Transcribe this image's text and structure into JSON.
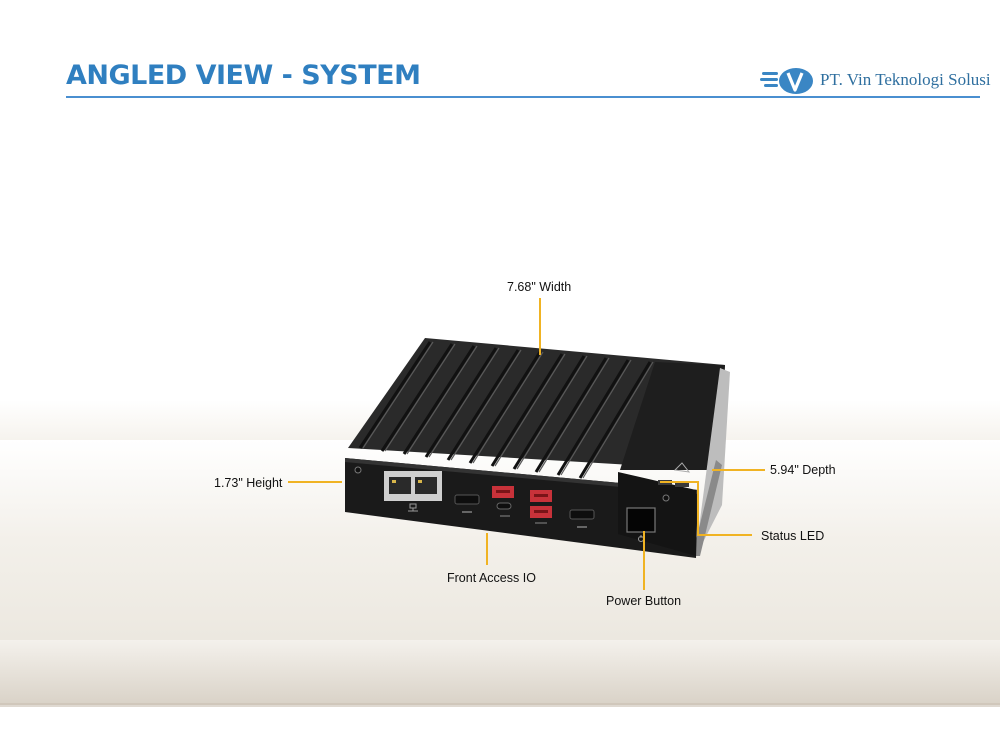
{
  "header": {
    "title": "ANGLED VIEW - SYSTEM",
    "logo_text": "PT. Vin Teknologi Solusi"
  },
  "callouts": {
    "width": "7.68\" Width",
    "height": "1.73\" Height",
    "depth": "5.94\" Depth",
    "status_led": "Status LED",
    "front_io": "Front Access IO",
    "power_button": "Power Button"
  },
  "colors": {
    "title": "#2f7fc0",
    "leader_line": "#f0b323",
    "device_body": "#1c1c1c"
  },
  "icons": [
    "logo-v-icon",
    "network-icon",
    "usb-icon",
    "power-icon"
  ]
}
